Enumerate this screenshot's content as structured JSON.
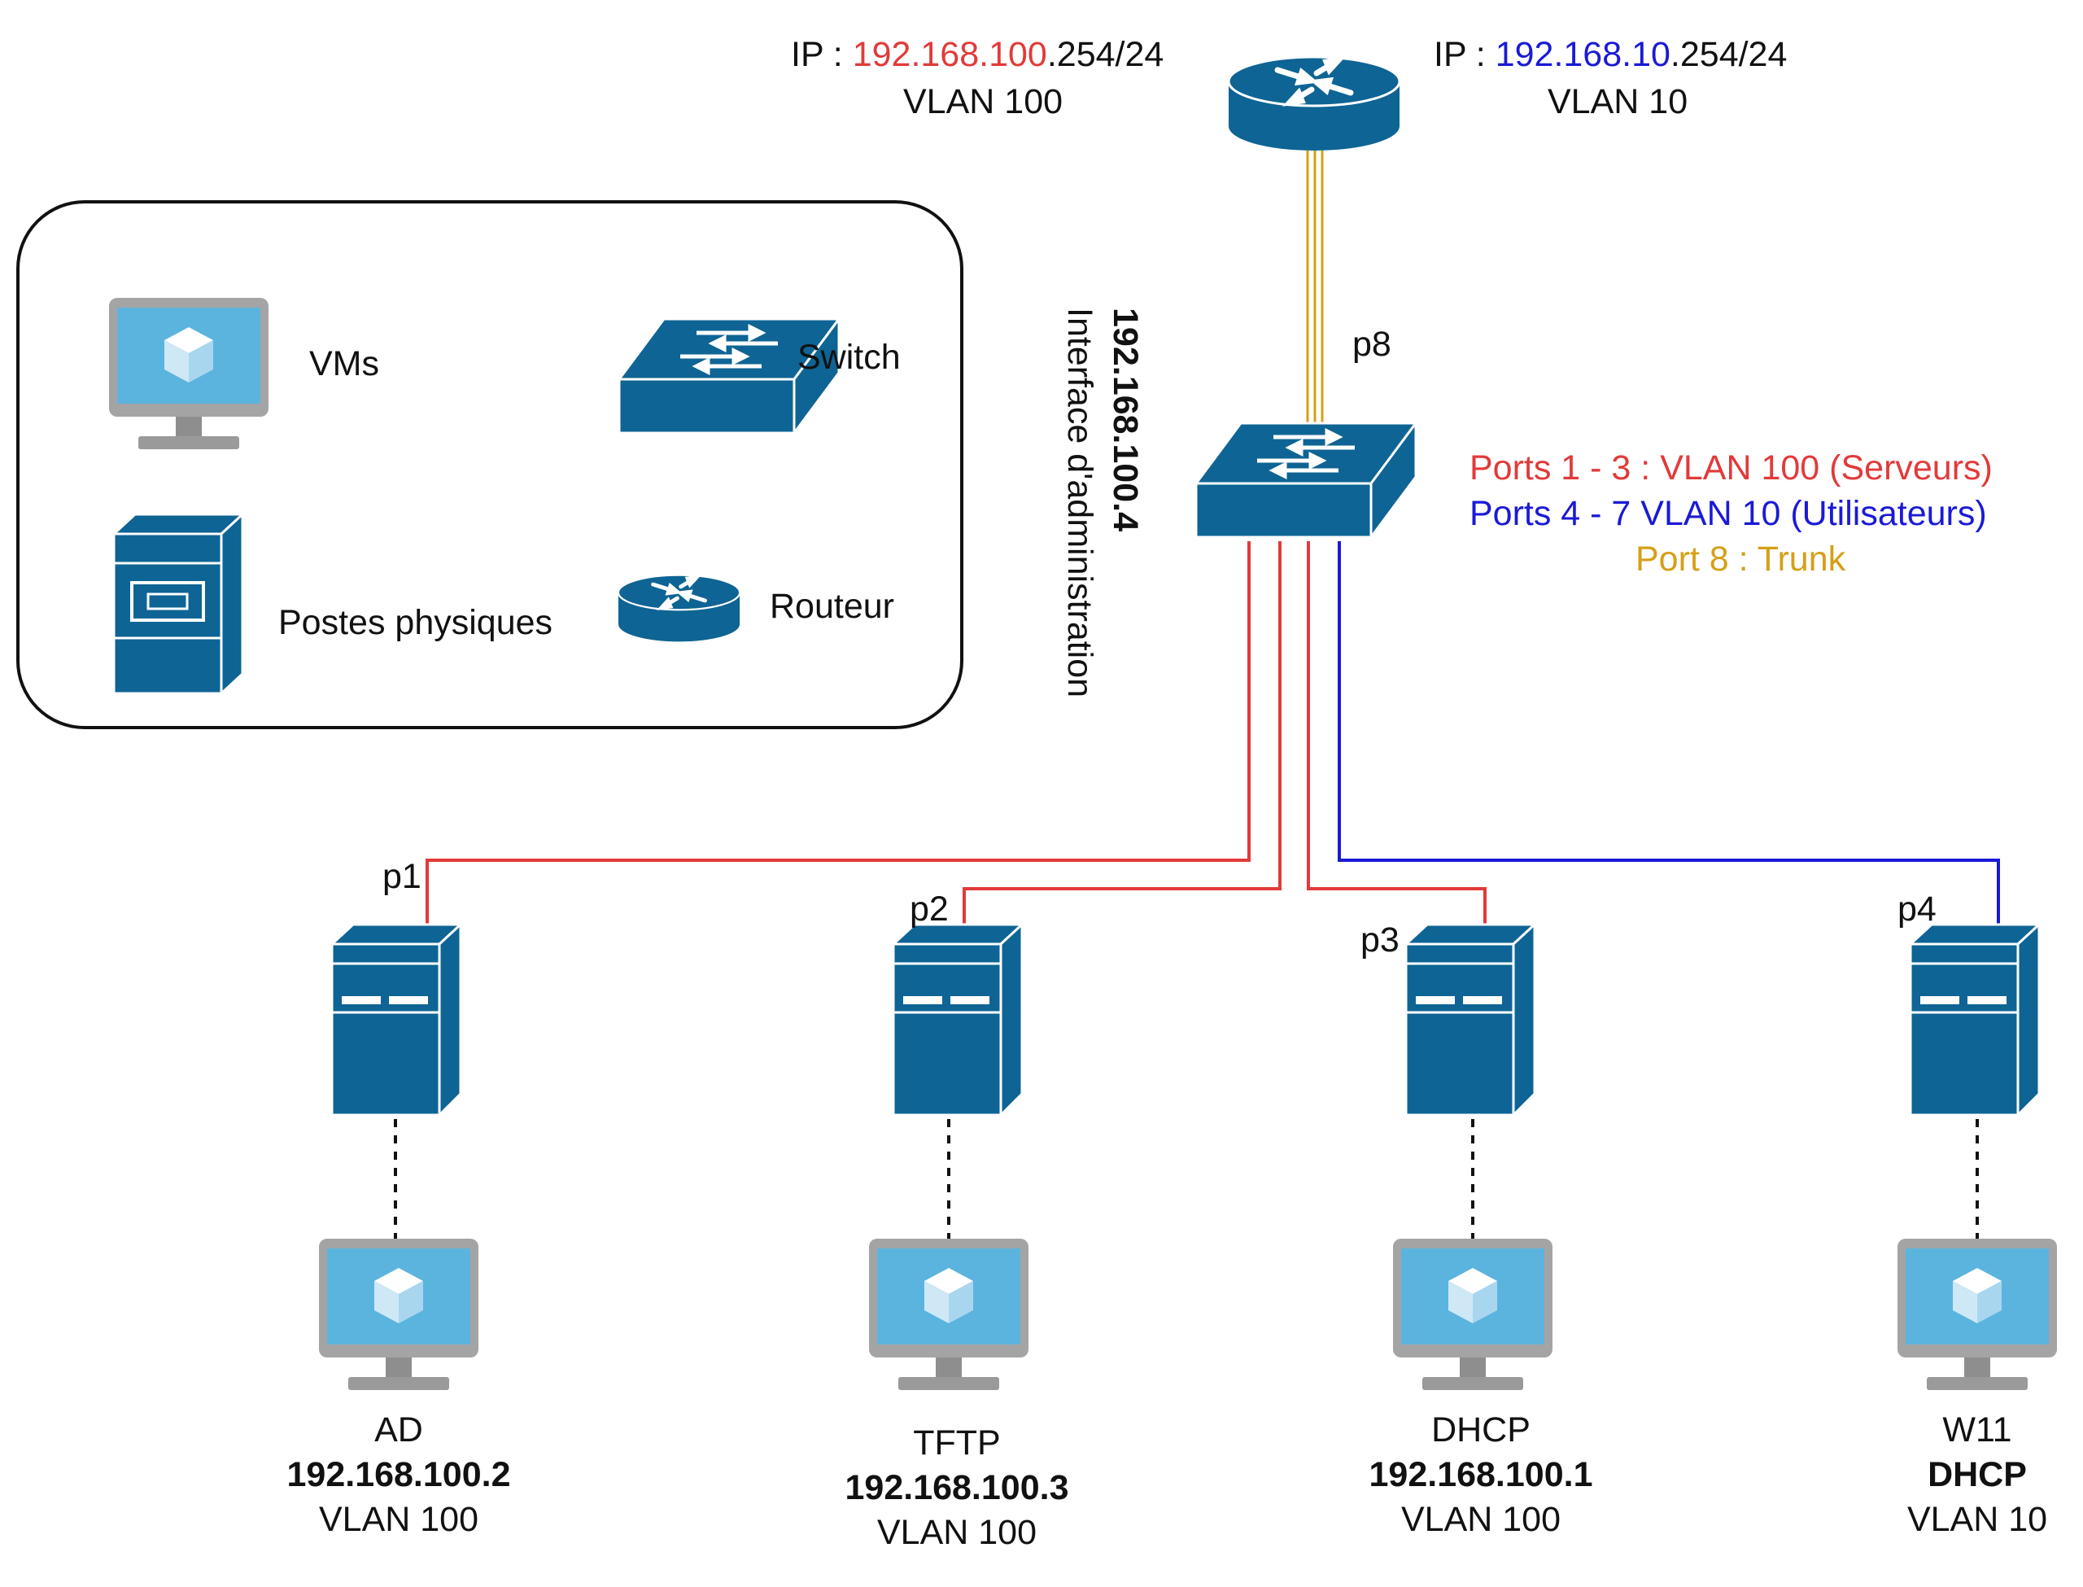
{
  "router": {
    "left_ip_prefix": "IP : ",
    "left_ip_net": "192.168.100",
    "left_ip_host": ".254/24",
    "left_vlan": "VLAN 100",
    "right_ip_prefix": "IP : ",
    "right_ip_net": "192.168.10",
    "right_ip_host": ".254/24",
    "right_vlan": "VLAN 10",
    "icon": "router-icon"
  },
  "switch": {
    "icon": "switch-icon",
    "uplink_port": "p8",
    "admin_ip": "192.168.100.4",
    "admin_label": "Interface d'administration",
    "ports_legend": {
      "servers": "Ports 1 - 3 : VLAN 100 (Serveurs)",
      "users": "Ports 4 - 7 VLAN 10 (Utilisateurs)",
      "trunk": "Port 8 : Trunk"
    }
  },
  "legend": {
    "vms": "VMs",
    "switch": "Switch",
    "physical": "Postes physiques",
    "router": "Routeur"
  },
  "hosts": [
    {
      "port": "p1",
      "name": "AD",
      "ip": "192.168.100.2",
      "vlan": "VLAN 100"
    },
    {
      "port": "p2",
      "name": "TFTP",
      "ip": "192.168.100.3",
      "vlan": "VLAN 100"
    },
    {
      "port": "p3",
      "name": "DHCP",
      "ip": "192.168.100.1",
      "vlan": "VLAN 100"
    },
    {
      "port": "p4",
      "name": "W11",
      "ip": "DHCP",
      "vlan": "VLAN 10"
    }
  ],
  "colors": {
    "vlan100": "#e23a3a",
    "vlan10": "#1a1ad6",
    "trunk": "#d5a017",
    "device_blue": "#0e6494",
    "screen_blue": "#5bb4de",
    "monitor_grey": "#a4a4a4"
  }
}
